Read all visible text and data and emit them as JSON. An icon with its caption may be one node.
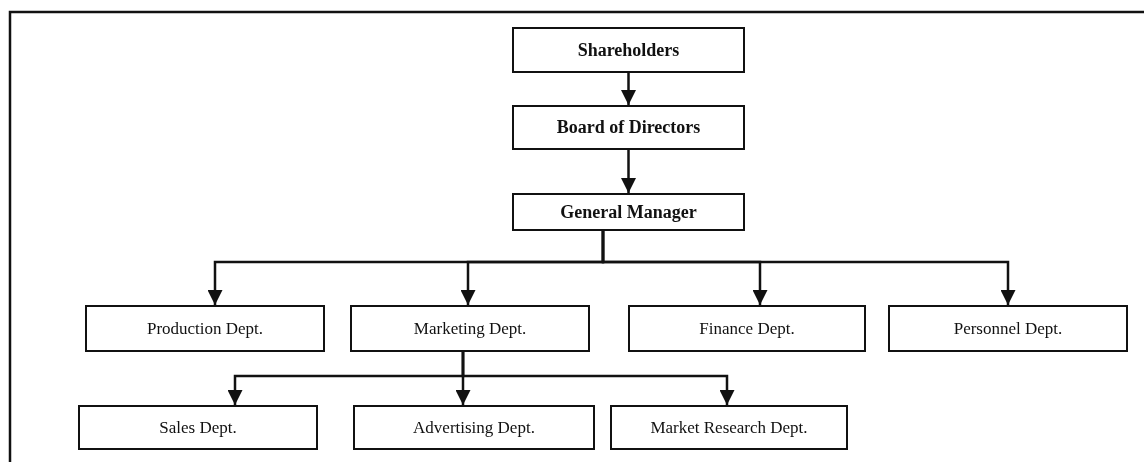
{
  "diagram": {
    "nodes": [
      {
        "text": [
          "Shareholders"
        ]
      },
      {
        "text": [
          "Board of Directors"
        ]
      },
      {
        "text": [
          "General Manager"
        ]
      },
      {
        "text": [
          "Production Dept."
        ]
      },
      {
        "text": [
          "Marketing Dept."
        ]
      },
      {
        "text": [
          "Finance Dept."
        ]
      },
      {
        "text": [
          "Personnel Dept."
        ]
      },
      {
        "text": [
          "Sales Dept."
        ]
      },
      {
        "text": [
          "Advertising Dept."
        ]
      },
      {
        "text": [
          "Market Research Dept."
        ]
      }
    ],
    "edges": [
      {
        "from": 0,
        "to": 1,
        "arrow": "to"
      },
      {
        "from": 1,
        "to": 2,
        "arrow": "to"
      },
      {
        "from": 2,
        "to": 3,
        "arrow": "to"
      },
      {
        "from": 2,
        "to": 4,
        "arrow": "to"
      },
      {
        "from": 2,
        "to": 5,
        "arrow": "to"
      },
      {
        "from": 2,
        "to": 6,
        "arrow": "to"
      },
      {
        "from": 4,
        "to": 7,
        "arrow": "to"
      },
      {
        "from": 4,
        "to": 8,
        "arrow": "to"
      },
      {
        "from": 4,
        "to": 9,
        "arrow": "to"
      }
    ]
  }
}
